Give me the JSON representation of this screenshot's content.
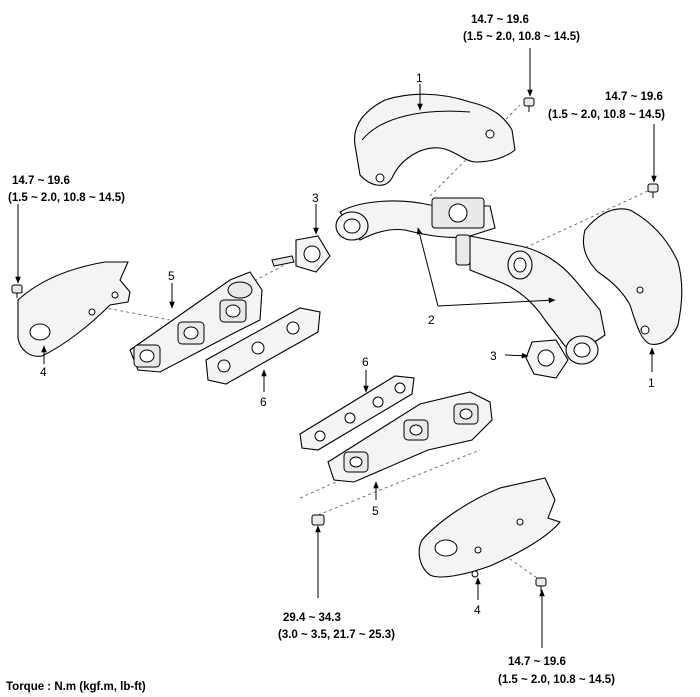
{
  "torque_specs": [
    {
      "line1": "14.7 ~ 19.6",
      "line2": "(1.5 ~ 2.0, 10.8 ~ 14.5)"
    },
    {
      "line1": "14.7 ~ 19.6",
      "line2": "(1.5 ~ 2.0, 10.8 ~ 14.5)"
    },
    {
      "line1": "14.7 ~ 19.6",
      "line2": "(1.5 ~ 2.0, 10.8 ~ 14.5)"
    },
    {
      "line1": "29.4 ~ 34.3",
      "line2": "(3.0 ~ 3.5, 21.7 ~ 25.3)"
    },
    {
      "line1": "14.7 ~ 19.6",
      "line2": "(1.5 ~ 2.0, 10.8 ~ 14.5)"
    }
  ],
  "callouts": {
    "heat_protector_upper": "1",
    "heat_protector_right": "1",
    "exhaust_pipe": "2",
    "gasket_left": "3",
    "gasket_right": "3",
    "manifold_left": "5",
    "manifold_front": "5",
    "manifold_gasket_left": "6",
    "manifold_gasket_front": "6",
    "heat_protector_left": "4",
    "heat_protector_lower": "4"
  },
  "footer": {
    "torque_unit": "Torque : N.m (kgf.m, lb-ft)"
  }
}
